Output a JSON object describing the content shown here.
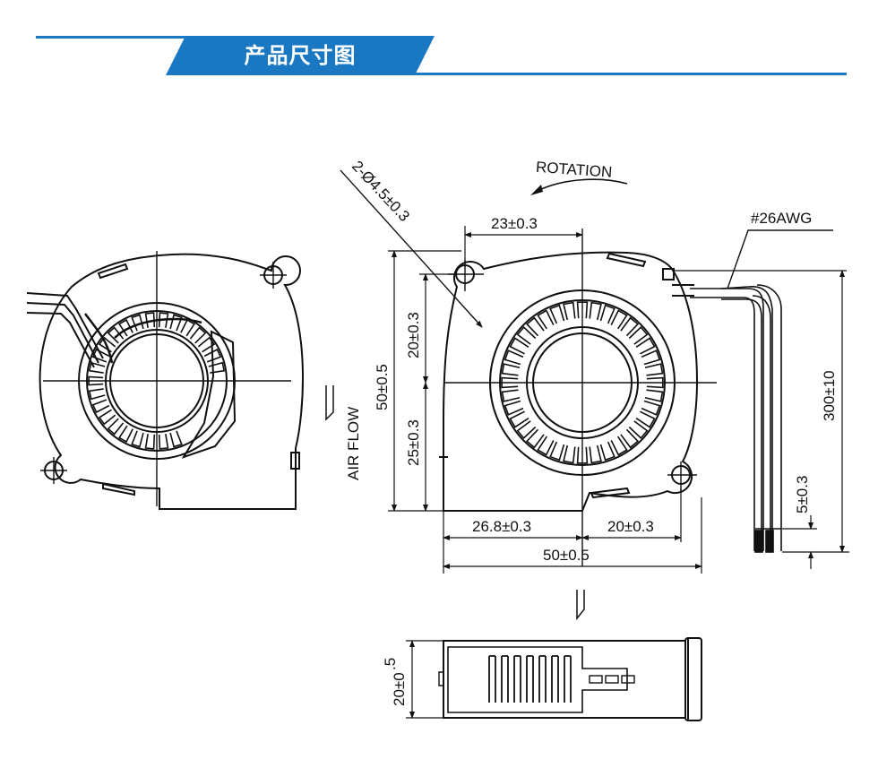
{
  "header": {
    "title": "产品尺寸图",
    "accent_color": "#1a78c2"
  },
  "labels": {
    "rotation": "ROTATION",
    "hole_spec": "2-Ø4.5±0.3",
    "wire_gauge": "#26AWG",
    "air_flow": "AIR FLOW",
    "dim_top_width": "23±0.3",
    "dim_upper_height": "20±0.3",
    "dim_total_height": "50±0.5",
    "dim_lower_height": "25±0.3",
    "dim_bottom_left": "26.8±0.3",
    "dim_bottom_right": "20±0.3",
    "dim_total_width": "50±0.5",
    "dim_wire_length": "300±10",
    "dim_wire_strip": "5±0.3",
    "dim_thickness_main": "20±0",
    "dim_thickness_tol": ".5"
  }
}
